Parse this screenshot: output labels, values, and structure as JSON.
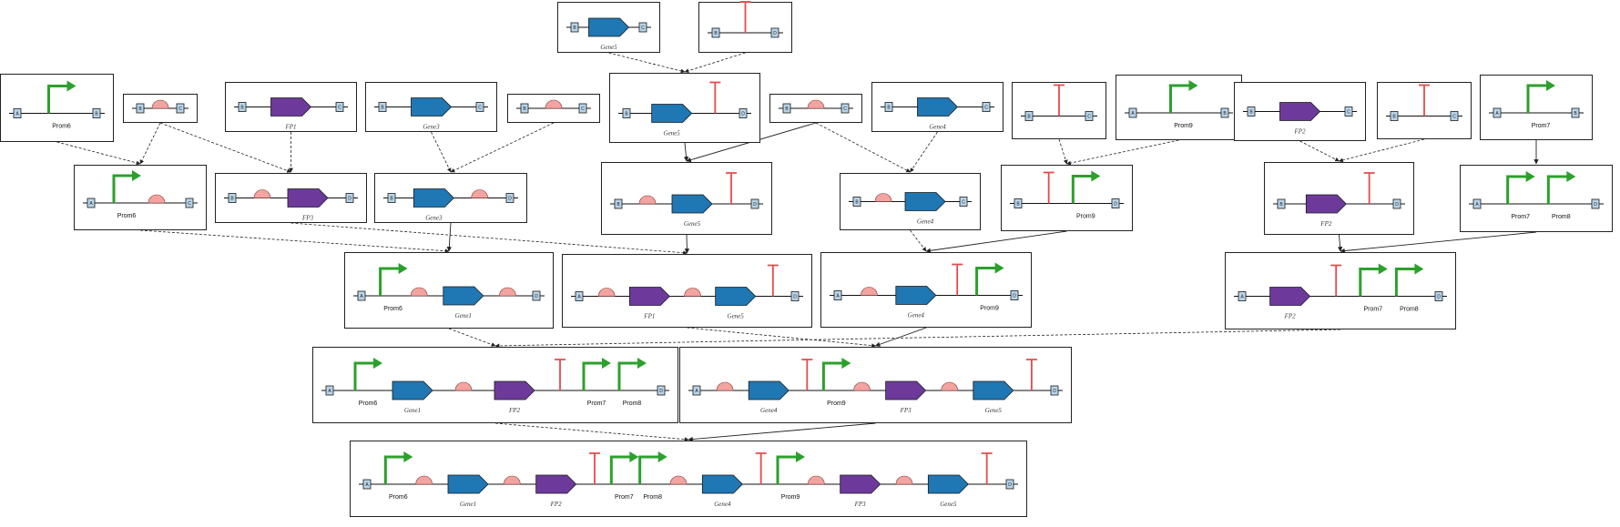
{
  "part_colors": {
    "promoter": "#2ca02c",
    "terminator": "#e8494b",
    "rbs": "#f4a4a0",
    "cds_gene": "#1f77b4",
    "cds_fp": "#6d3a9c",
    "scar": "#b7d4ea"
  },
  "icons": {
    "promoter": "promoter-arrow-icon",
    "terminator": "terminator-t-icon",
    "rbs": "rbs-semicircle-icon",
    "cds": "cds-arrow-icon",
    "scar": "scar-box-icon"
  },
  "panels": [
    {
      "id": "p_gene5",
      "parts": [
        {
          "t": "scar",
          "s": "B"
        },
        {
          "t": "cds",
          "k": "gene",
          "label": "Gene5"
        },
        {
          "t": "scar",
          "s": "C"
        }
      ]
    },
    {
      "id": "p_term_top",
      "parts": [
        {
          "t": "scar",
          "s": "B"
        },
        {
          "t": "term"
        },
        {
          "t": "scar",
          "s": "D"
        }
      ]
    },
    {
      "id": "p_prom6_a",
      "parts": [
        {
          "t": "scar",
          "s": "A"
        },
        {
          "t": "prom",
          "label": "Prom6"
        },
        {
          "t": "scar",
          "s": "B"
        }
      ]
    },
    {
      "id": "p_rbs_a",
      "parts": [
        {
          "t": "scar",
          "s": "B"
        },
        {
          "t": "rbs"
        },
        {
          "t": "scar",
          "s": "C"
        }
      ]
    },
    {
      "id": "p_fp1_a",
      "parts": [
        {
          "t": "scar",
          "s": "B"
        },
        {
          "t": "cds",
          "k": "fp",
          "label": "FP1"
        },
        {
          "t": "scar",
          "s": "C"
        }
      ]
    },
    {
      "id": "p_gene3_a",
      "parts": [
        {
          "t": "scar",
          "s": "B"
        },
        {
          "t": "cds",
          "k": "gene",
          "label": "Gene3"
        },
        {
          "t": "scar",
          "s": "C"
        }
      ]
    },
    {
      "id": "p_rbs_b",
      "parts": [
        {
          "t": "scar",
          "s": "B"
        },
        {
          "t": "rbs"
        },
        {
          "t": "scar",
          "s": "C"
        }
      ]
    },
    {
      "id": "p_gene5_term",
      "parts": [
        {
          "t": "scar",
          "s": "B"
        },
        {
          "t": "cds",
          "k": "gene",
          "label": "Gene5"
        },
        {
          "t": "term"
        },
        {
          "t": "scar",
          "s": "D"
        }
      ]
    },
    {
      "id": "p_rbs_c",
      "parts": [
        {
          "t": "scar",
          "s": "B"
        },
        {
          "t": "rbs"
        },
        {
          "t": "scar",
          "s": "C"
        }
      ]
    },
    {
      "id": "p_gene4_a",
      "parts": [
        {
          "t": "scar",
          "s": "B"
        },
        {
          "t": "cds",
          "k": "gene",
          "label": "Gene4"
        },
        {
          "t": "scar",
          "s": "C"
        }
      ]
    },
    {
      "id": "p_term_b",
      "parts": [
        {
          "t": "scar",
          "s": "B"
        },
        {
          "t": "term"
        },
        {
          "t": "scar",
          "s": "C"
        }
      ]
    },
    {
      "id": "p_prom9_a",
      "parts": [
        {
          "t": "scar",
          "s": "A"
        },
        {
          "t": "prom",
          "label": "Prom9"
        },
        {
          "t": "scar",
          "s": "B"
        }
      ]
    },
    {
      "id": "p_fp2_a",
      "parts": [
        {
          "t": "scar",
          "s": "B"
        },
        {
          "t": "cds",
          "k": "fp",
          "label": "FP2"
        },
        {
          "t": "scar",
          "s": "C"
        }
      ]
    },
    {
      "id": "p_term_c",
      "parts": [
        {
          "t": "scar",
          "s": "B"
        },
        {
          "t": "term"
        },
        {
          "t": "scar",
          "s": "C"
        }
      ]
    },
    {
      "id": "p_prom7_a",
      "parts": [
        {
          "t": "scar",
          "s": "A"
        },
        {
          "t": "prom",
          "label": "Prom7"
        },
        {
          "t": "scar",
          "s": "B"
        }
      ]
    },
    {
      "id": "p_prom6_rbs",
      "parts": [
        {
          "t": "scar",
          "s": "A"
        },
        {
          "t": "prom",
          "label": "Prom6"
        },
        {
          "t": "rbs"
        },
        {
          "t": "scar",
          "s": "C"
        }
      ]
    },
    {
      "id": "p_rbs_fp1",
      "parts": [
        {
          "t": "scar",
          "s": "B"
        },
        {
          "t": "rbs"
        },
        {
          "t": "cds",
          "k": "fp",
          "label": "FP3"
        },
        {
          "t": "scar",
          "s": "D"
        }
      ]
    },
    {
      "id": "p_gene3_rbs",
      "parts": [
        {
          "t": "scar",
          "s": "B"
        },
        {
          "t": "cds",
          "k": "gene",
          "label": "Gene3"
        },
        {
          "t": "rbs"
        },
        {
          "t": "scar",
          "s": "D"
        }
      ]
    },
    {
      "id": "p_rbs_gene5_term",
      "parts": [
        {
          "t": "scar",
          "s": "B"
        },
        {
          "t": "rbs"
        },
        {
          "t": "cds",
          "k": "gene",
          "label": "Gene5"
        },
        {
          "t": "term"
        },
        {
          "t": "scar",
          "s": "D"
        }
      ]
    },
    {
      "id": "p_rbs_gene4",
      "parts": [
        {
          "t": "scar",
          "s": "B"
        },
        {
          "t": "rbs"
        },
        {
          "t": "cds",
          "k": "gene",
          "label": "Gene4"
        },
        {
          "t": "scar",
          "s": "C"
        }
      ]
    },
    {
      "id": "p_term_prom9",
      "parts": [
        {
          "t": "scar",
          "s": "B"
        },
        {
          "t": "term"
        },
        {
          "t": "prom",
          "label": "Prom9"
        },
        {
          "t": "scar",
          "s": "D"
        }
      ]
    },
    {
      "id": "p_fp2_term",
      "parts": [
        {
          "t": "scar",
          "s": "B"
        },
        {
          "t": "cds",
          "k": "fp",
          "label": "FP2"
        },
        {
          "t": "term"
        },
        {
          "t": "scar",
          "s": "D"
        }
      ]
    },
    {
      "id": "p_prom7_prom8",
      "parts": [
        {
          "t": "scar",
          "s": "A"
        },
        {
          "t": "prom",
          "label": "Prom7"
        },
        {
          "t": "prom",
          "label": "Prom8"
        },
        {
          "t": "scar",
          "s": "D"
        }
      ]
    },
    {
      "id": "p_l2_a",
      "parts": [
        {
          "t": "scar",
          "s": "A"
        },
        {
          "t": "prom",
          "label": "Prom6"
        },
        {
          "t": "rbs"
        },
        {
          "t": "cds",
          "k": "gene",
          "label": "Gene1"
        },
        {
          "t": "rbs"
        },
        {
          "t": "scar",
          "s": "D"
        }
      ]
    },
    {
      "id": "p_l2_b",
      "parts": [
        {
          "t": "scar",
          "s": "A"
        },
        {
          "t": "rbs"
        },
        {
          "t": "cds",
          "k": "fp",
          "label": "FP1"
        },
        {
          "t": "rbs"
        },
        {
          "t": "cds",
          "k": "gene",
          "label": "Gene5"
        },
        {
          "t": "term"
        },
        {
          "t": "scar",
          "s": "D"
        }
      ]
    },
    {
      "id": "p_l2_c",
      "parts": [
        {
          "t": "scar",
          "s": "A"
        },
        {
          "t": "rbs"
        },
        {
          "t": "cds",
          "k": "gene",
          "label": "Gene4"
        },
        {
          "t": "term"
        },
        {
          "t": "prom",
          "label": "Prom9"
        },
        {
          "t": "scar",
          "s": "D"
        }
      ]
    },
    {
      "id": "p_l2_d",
      "parts": [
        {
          "t": "scar",
          "s": "A"
        },
        {
          "t": "cds",
          "k": "fp",
          "label": "FP2"
        },
        {
          "t": "term"
        },
        {
          "t": "prom",
          "label": "Prom7"
        },
        {
          "t": "prom",
          "label": "Prom8"
        },
        {
          "t": "scar",
          "s": "D"
        }
      ]
    },
    {
      "id": "p_l3_a",
      "parts": [
        {
          "t": "scar",
          "s": "A"
        },
        {
          "t": "prom",
          "label": "Prom6"
        },
        {
          "t": "cds",
          "k": "gene",
          "label": "Gene1"
        },
        {
          "t": "rbs"
        },
        {
          "t": "cds",
          "k": "fp",
          "label": "FP2"
        },
        {
          "t": "term"
        },
        {
          "t": "prom",
          "label": "Prom7"
        },
        {
          "t": "prom",
          "label": "Prom8"
        },
        {
          "t": "scar",
          "s": "D"
        }
      ]
    },
    {
      "id": "p_l3_b",
      "parts": [
        {
          "t": "scar",
          "s": "A"
        },
        {
          "t": "rbs"
        },
        {
          "t": "cds",
          "k": "gene",
          "label": "Gene4"
        },
        {
          "t": "term"
        },
        {
          "t": "prom",
          "label": "Prom9"
        },
        {
          "t": "rbs"
        },
        {
          "t": "cds",
          "k": "fp",
          "label": "FP3"
        },
        {
          "t": "rbs"
        },
        {
          "t": "cds",
          "k": "gene",
          "label": "Gene5"
        },
        {
          "t": "term"
        },
        {
          "t": "scar",
          "s": "D"
        }
      ]
    },
    {
      "id": "p_final",
      "parts": [
        {
          "t": "scar",
          "s": "A"
        },
        {
          "t": "prom",
          "label": "Prom6"
        },
        {
          "t": "rbs"
        },
        {
          "t": "cds",
          "k": "gene",
          "label": "Gene1"
        },
        {
          "t": "rbs"
        },
        {
          "t": "cds",
          "k": "fp",
          "label": "FP2"
        },
        {
          "t": "term"
        },
        {
          "t": "prom",
          "label": "Prom7"
        },
        {
          "t": "prom",
          "label": "Prom8"
        },
        {
          "t": "rbs"
        },
        {
          "t": "cds",
          "k": "gene",
          "label": "Gene4"
        },
        {
          "t": "term"
        },
        {
          "t": "prom",
          "label": "Prom9"
        },
        {
          "t": "rbs"
        },
        {
          "t": "cds",
          "k": "fp",
          "label": "FP3"
        },
        {
          "t": "rbs"
        },
        {
          "t": "cds",
          "k": "gene",
          "label": "Gene5"
        },
        {
          "t": "term"
        },
        {
          "t": "scar",
          "s": "D"
        }
      ]
    }
  ],
  "edges": [
    {
      "from": "p_gene5",
      "to": "p_gene5_term",
      "style": "dashed"
    },
    {
      "from": "p_term_top",
      "to": "p_gene5_term",
      "style": "dashed"
    },
    {
      "from": "p_prom6_a",
      "to": "p_prom6_rbs",
      "style": "dashed"
    },
    {
      "from": "p_rbs_a",
      "to": "p_prom6_rbs",
      "style": "dashed"
    },
    {
      "from": "p_rbs_a",
      "to": "p_rbs_fp1",
      "style": "dashed"
    },
    {
      "from": "p_fp1_a",
      "to": "p_rbs_fp1",
      "style": "dashed"
    },
    {
      "from": "p_gene3_a",
      "to": "p_gene3_rbs",
      "style": "dashed"
    },
    {
      "from": "p_rbs_b",
      "to": "p_gene3_rbs",
      "style": "dashed"
    },
    {
      "from": "p_gene5_term",
      "to": "p_rbs_gene5_term",
      "style": "solid"
    },
    {
      "from": "p_rbs_c",
      "to": "p_rbs_gene5_term",
      "style": "solid"
    },
    {
      "from": "p_rbs_c",
      "to": "p_rbs_gene4",
      "style": "dashed"
    },
    {
      "from": "p_gene4_a",
      "to": "p_rbs_gene4",
      "style": "dashed"
    },
    {
      "from": "p_term_b",
      "to": "p_term_prom9",
      "style": "dashed"
    },
    {
      "from": "p_prom9_a",
      "to": "p_term_prom9",
      "style": "dashed"
    },
    {
      "from": "p_fp2_a",
      "to": "p_fp2_term",
      "style": "dashed"
    },
    {
      "from": "p_term_c",
      "to": "p_fp2_term",
      "style": "dashed"
    },
    {
      "from": "p_prom7_a",
      "to": "p_prom7_prom8",
      "style": "solid"
    },
    {
      "from": "p_prom6_rbs",
      "to": "p_l2_a",
      "style": "dashed"
    },
    {
      "from": "p_gene3_rbs",
      "to": "p_l2_a",
      "style": "solid"
    },
    {
      "from": "p_rbs_fp1",
      "to": "p_l2_b",
      "style": "dashed"
    },
    {
      "from": "p_rbs_gene5_term",
      "to": "p_l2_b",
      "style": "solid"
    },
    {
      "from": "p_rbs_gene4",
      "to": "p_l2_c",
      "style": "dashed"
    },
    {
      "from": "p_term_prom9",
      "to": "p_l2_c",
      "style": "solid"
    },
    {
      "from": "p_fp2_term",
      "to": "p_l2_d",
      "style": "solid"
    },
    {
      "from": "p_prom7_prom8",
      "to": "p_l2_d",
      "style": "solid"
    },
    {
      "from": "p_l2_a",
      "to": "p_l3_a",
      "style": "dashed"
    },
    {
      "from": "p_l2_d",
      "to": "p_l3_a",
      "style": "dashed"
    },
    {
      "from": "p_l2_b",
      "to": "p_l3_b",
      "style": "dashed"
    },
    {
      "from": "p_l2_c",
      "to": "p_l3_b",
      "style": "solid"
    },
    {
      "from": "p_l3_a",
      "to": "p_final",
      "style": "dashed"
    },
    {
      "from": "p_l3_b",
      "to": "p_final",
      "style": "solid"
    }
  ]
}
